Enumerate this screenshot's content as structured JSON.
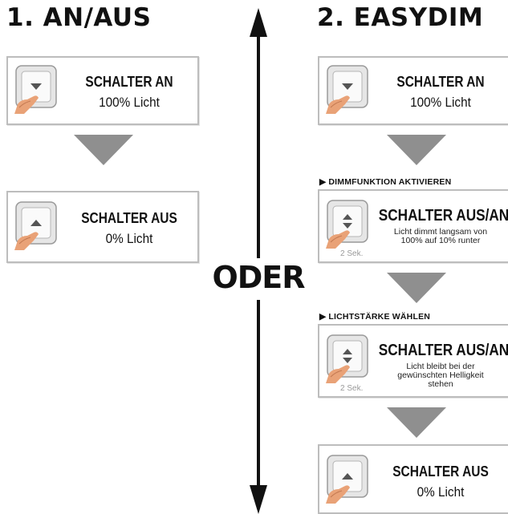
{
  "left": {
    "heading": "1. AN/AUS",
    "cards": [
      {
        "title": "SCHALTER AN",
        "subtitle": "100% Licht",
        "icon": "switch-down-icon"
      },
      {
        "title": "SCHALTER AUS",
        "subtitle": "0% Licht",
        "icon": "switch-up-icon"
      }
    ]
  },
  "right": {
    "heading": "2. EASYDIM",
    "cards": [
      {
        "title": "SCHALTER AN",
        "subtitle": "100% Licht",
        "icon": "switch-down-icon"
      },
      {
        "section": "▶ DIMMFUNKTION AKTIVIEREN",
        "title": "SCHALTER AUS/AN",
        "description": "Licht dimmt langsam von 100% auf 10% runter",
        "duration": "2 Sek.",
        "icon": "switch-updown-icon"
      },
      {
        "section": "▶ LICHTSTÄRKE WÄHLEN",
        "title": "SCHALTER AUS/AN",
        "description": "Licht bleibt bei der gewünschten Helligkeit stehen",
        "duration": "2 Sek.",
        "icon": "switch-updown-icon"
      },
      {
        "title": "SCHALTER AUS",
        "subtitle": "0% Licht",
        "icon": "switch-up-icon"
      }
    ]
  },
  "divider": {
    "label": "ODER"
  },
  "colors": {
    "card_border": "#bdbdbd",
    "arrow_gray": "#8f8f8f",
    "text": "#111111"
  }
}
